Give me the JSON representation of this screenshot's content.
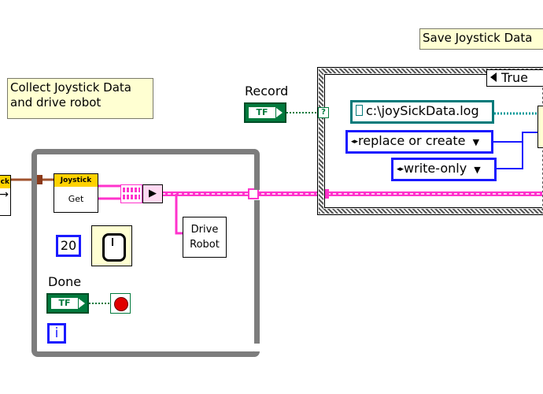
{
  "notes": {
    "collect": "Collect Joystick Data and drive robot",
    "save": "Save Joystick Data"
  },
  "controls": {
    "record_label": "Record",
    "done_label": "Done",
    "bool_text": "TF"
  },
  "vis": {
    "joystick_header": "Joystick",
    "joystick_body": "Get",
    "drive_robot": "Drive Robot",
    "left_stub": "ick"
  },
  "constants": {
    "wait_ms": "20",
    "file_path": "c:\\joySickData.log",
    "open_mode": "replace or create",
    "access_mode": "write-only",
    "loop_index": "i"
  },
  "case_structure": {
    "selector": "True"
  },
  "colors": {
    "wire_pink": "#ff33cc",
    "wire_green": "#007a3d",
    "wire_brown": "#a0522d",
    "enum_blue": "#1a1aff",
    "path_teal": "#007a7a",
    "loop_gray": "#7d7d7d",
    "note_bg": "#ffffd2"
  }
}
